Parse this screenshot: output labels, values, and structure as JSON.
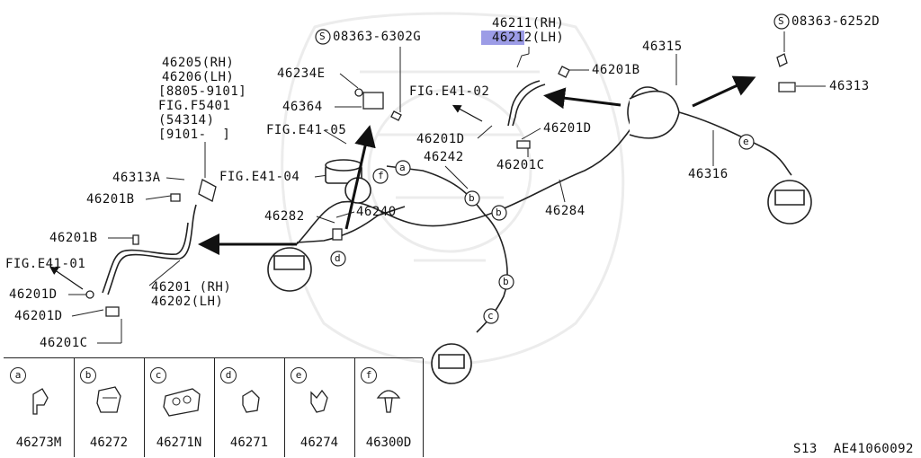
{
  "diagram": {
    "labels": {
      "p46211_rh": "46211(RH)",
      "p46212_a": "4621",
      "p46212_b": "2(LH)",
      "p08363_6302g": "08363-6302G",
      "p08363_6252d": "08363-6252D",
      "p46315": "46315",
      "p46234e": "46234E",
      "p46364": "46364",
      "p46201b_top": "46201B",
      "p46313_right": "46313",
      "fig_e41_02": "FIG.E41-02",
      "fig_e41_05": "FIG.E41-05",
      "p46201d_mid": "46201D",
      "p46201d_right": "46201D",
      "p46242": "46242",
      "p46201c_mid": "46201C",
      "p46284": "46284",
      "p46316": "46316",
      "p46205": "46205(RH)",
      "p46206": "46206(LH)",
      "range_8805": "[8805-9101]",
      "fig_f5401": "FIG.F5401",
      "paren_54314": "(54314)",
      "range_9101": "[9101-  ]",
      "p46313a": "46313A",
      "fig_e41_04": "FIG.E41-04",
      "p46201b_left": "46201B",
      "p46282": "46282",
      "p46240": "46240",
      "p46201b_low": "46201B",
      "fig_e41_01": "FIG.E41-01",
      "p46201_rh": "46201 (RH)",
      "p46202_lh": "46202(LH)",
      "p46201d_l1": "46201D",
      "p46201d_l2": "46201D",
      "p46201c_l": "46201C"
    },
    "clip_letters": [
      "a",
      "b",
      "b",
      "b",
      "c",
      "d",
      "e",
      "f"
    ],
    "legend": [
      {
        "key": "a",
        "part": "46273M"
      },
      {
        "key": "b",
        "part": "46272"
      },
      {
        "key": "c",
        "part": "46271N"
      },
      {
        "key": "d",
        "part": "46271"
      },
      {
        "key": "e",
        "part": "46274"
      },
      {
        "key": "f",
        "part": "46300D"
      }
    ],
    "footer": {
      "model": "S13",
      "code": "AE41060092"
    }
  }
}
